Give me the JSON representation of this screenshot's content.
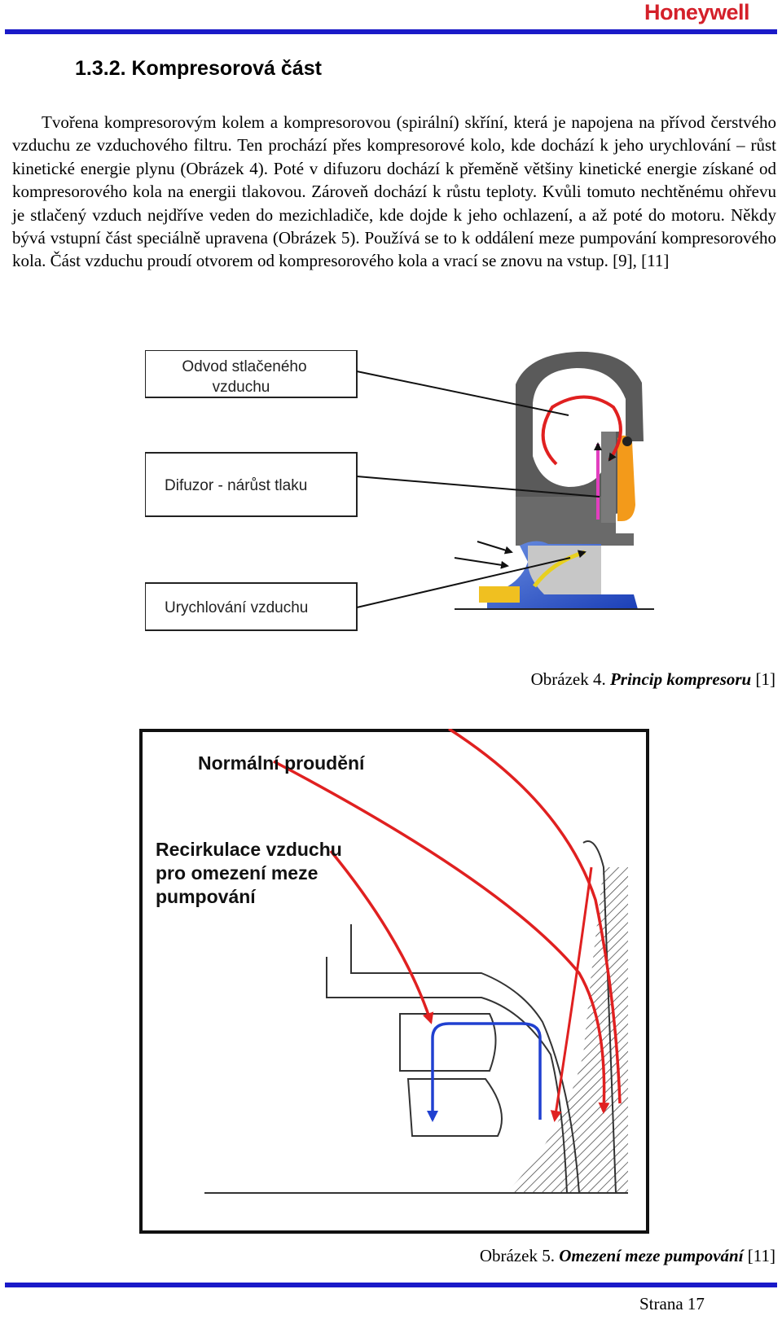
{
  "header": {
    "logo": "Honeywell",
    "logo_color": "#d4202a",
    "rule_color": "#1a1ac8"
  },
  "section": {
    "heading": "1.3.2. Kompresorová část",
    "paragraph": "Tvořena kompresorovým kolem a kompresorovou (spirální) skříní, která je napojena na přívod čerstvého vzduchu ze vzduchového filtru. Ten prochází přes kompresorové kolo, kde dochází k jeho urychlování – růst kinetické energie plynu (Obrázek 4). Poté v difuzoru dochází k přeměně většiny kinetické energie získané od kompresorového kola na energii tlakovou. Zároveň dochází k růstu teploty. Kvůli tomuto nechtěnému ohřevu je stlačený vzduch nejdříve veden do mezichladiče, kde dojde k jeho ochlazení, a až poté do motoru. Někdy bývá vstupní část speciálně upravena (Obrázek 5). Používá se to k oddálení meze pumpování kompresorového kola. Část vzduchu proudí otvorem od kompresorového kola a vrací se znovu na vstup. [9], [11]"
  },
  "figure4": {
    "labels": {
      "box1_line1": "Odvod stlačeného",
      "box1_line2": "vzduchu",
      "box2": "Difuzor - nárůst tlaku",
      "box3": "Urychlování vzduchu"
    },
    "caption_prefix": "Obrázek 4. ",
    "caption_title": "Princip kompresoru",
    "caption_ref": " [1]"
  },
  "figure5": {
    "labels": {
      "normal_flow": "Normální proudění",
      "recirc_line1": "Recirkulace vzduchu",
      "recirc_line2": "pro omezení meze",
      "recirc_line3": "pumpování"
    },
    "caption_prefix": "Obrázek 5. ",
    "caption_title": "Omezení meze pumpování",
    "caption_ref": " [11]"
  },
  "footer": {
    "page": "Strana 17"
  }
}
